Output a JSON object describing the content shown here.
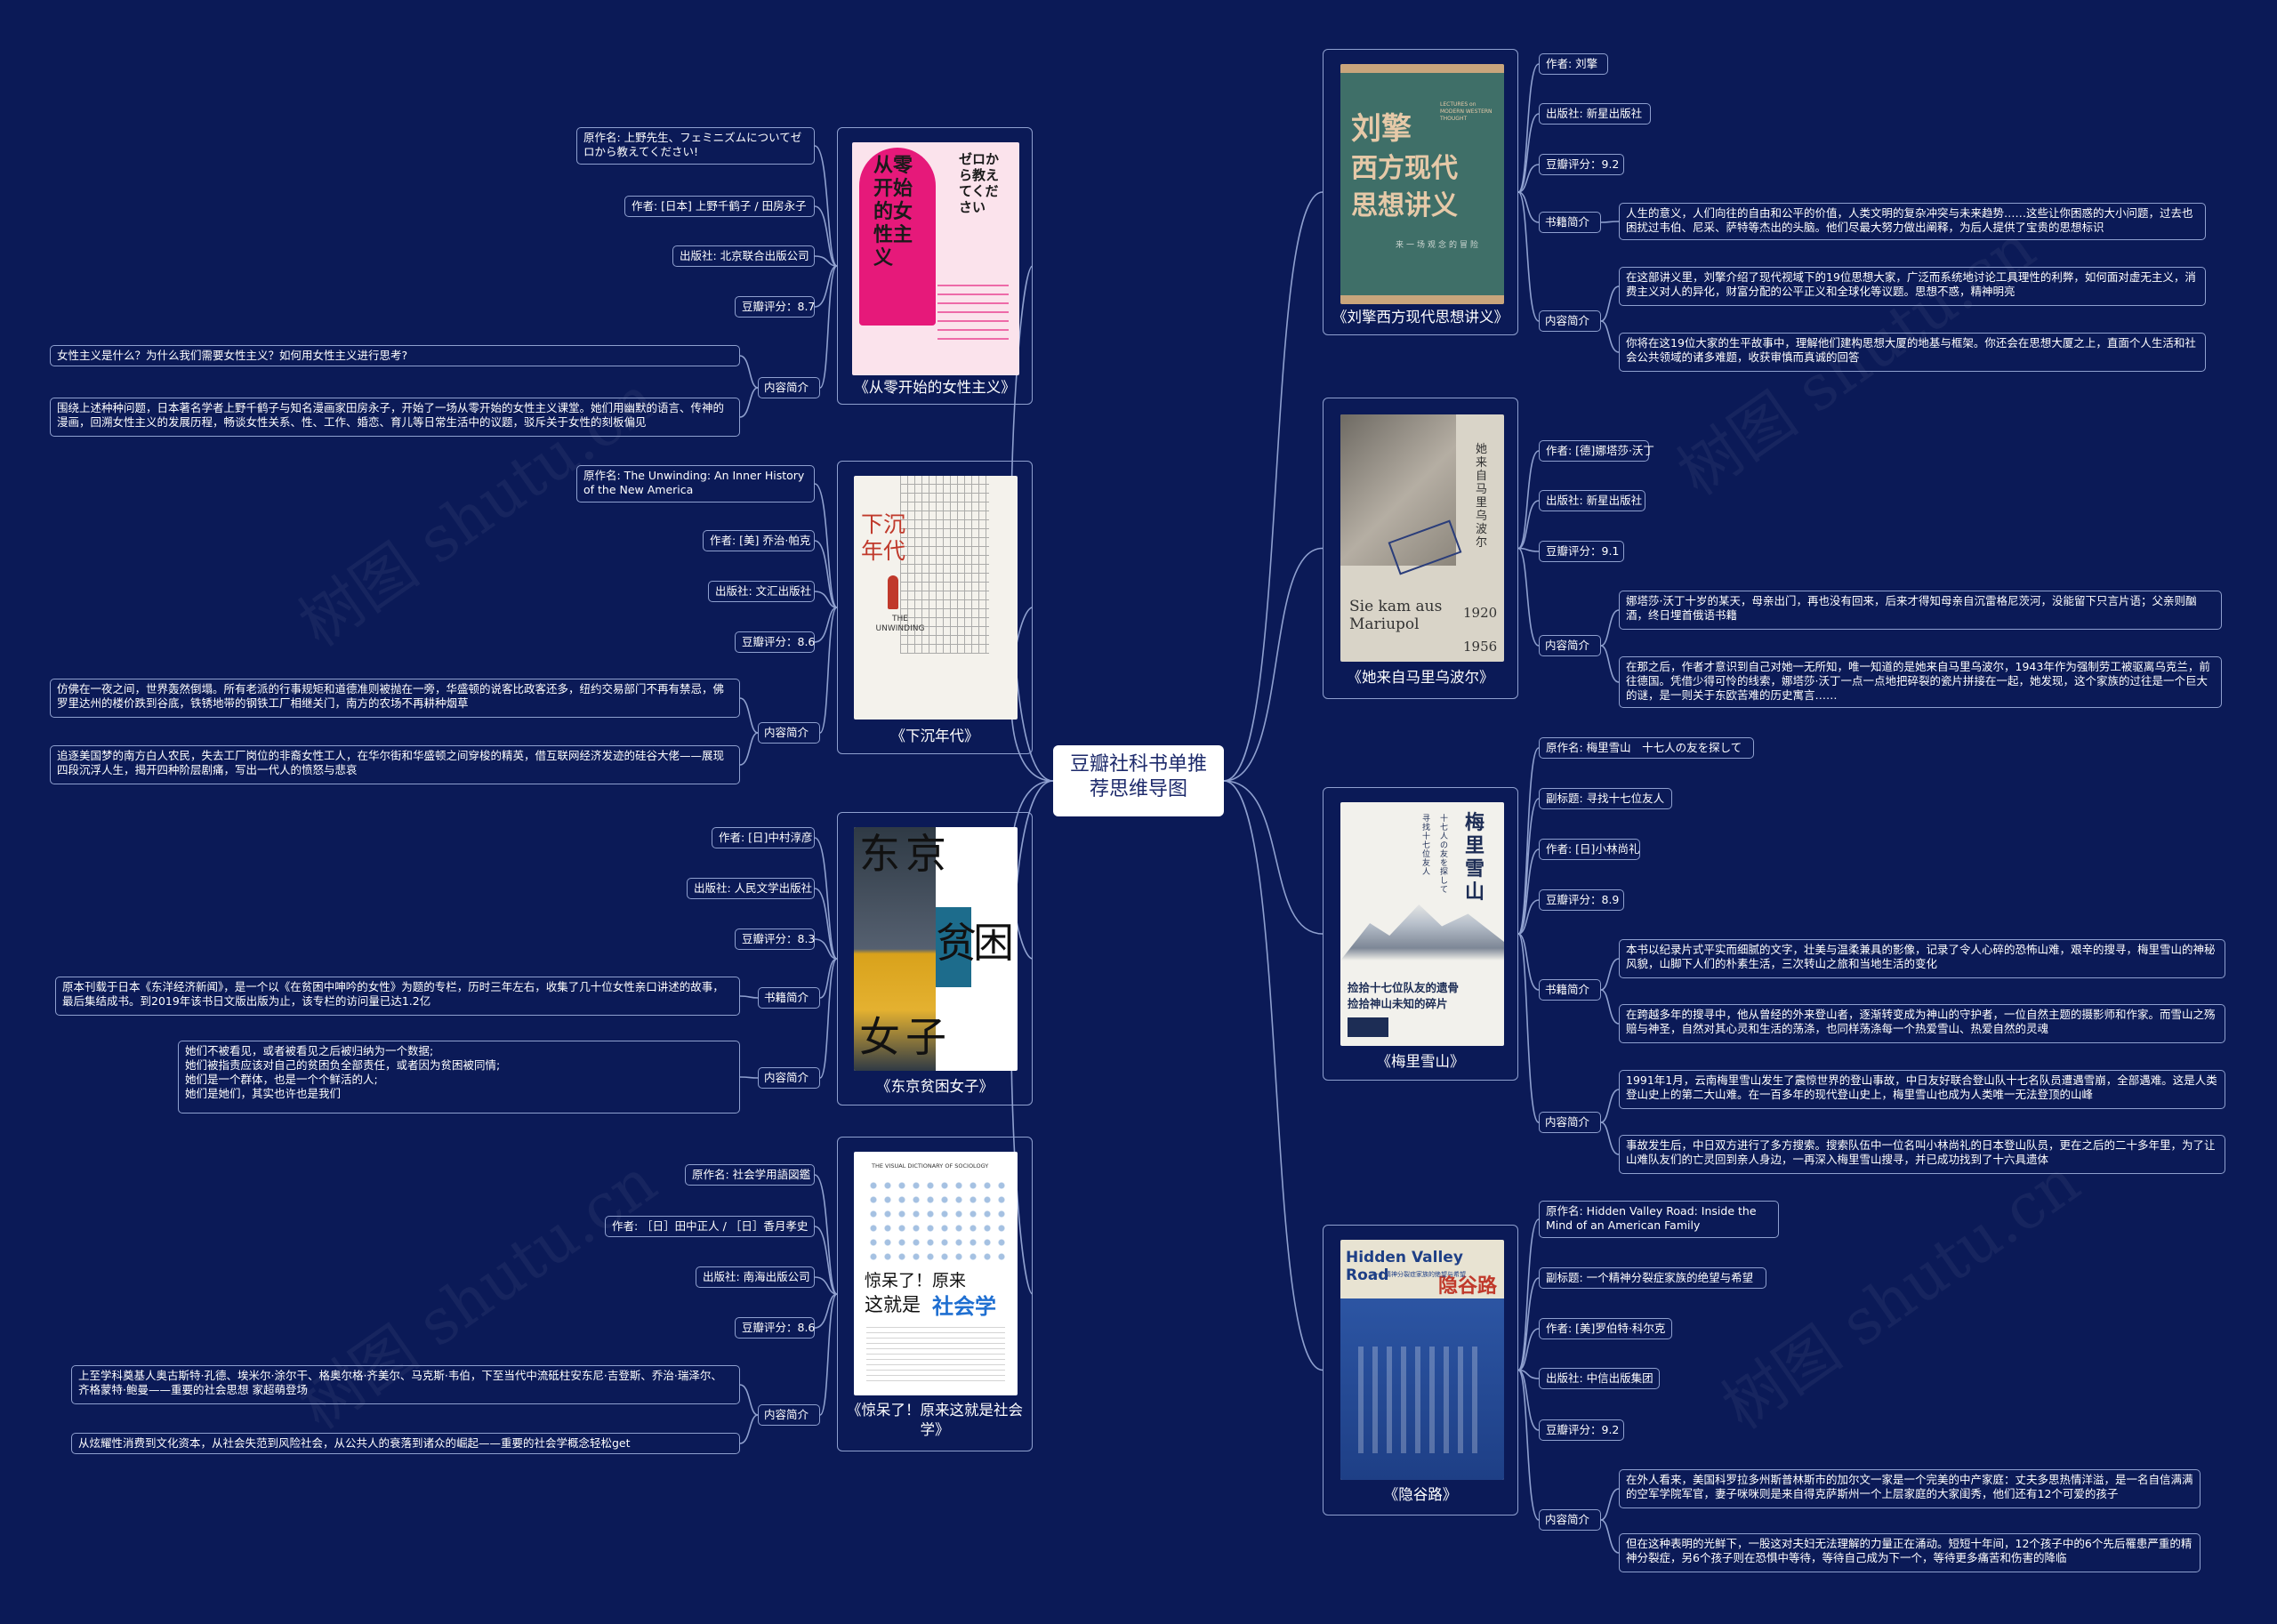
{
  "root": {
    "title": "豆瓣社科书单推荐思维导图"
  },
  "watermark": "树图 shutu.cn",
  "colors": {
    "background": "#0b1a57",
    "line": "#8fa0cf",
    "root_bg": "#ffffff"
  },
  "books_right": [
    {
      "title": "《刘擎西方现代思想讲义》",
      "cover": {
        "t1": "刘擎",
        "t2": "西方现代",
        "t3": "思想讲义",
        "en": "LECTURES on MODERN WESTERN THOUGHT",
        "sub": "来一场观念的冒险"
      },
      "details": [
        {
          "text": "作者: 刘擎"
        },
        {
          "text": "出版社: 新星出版社"
        },
        {
          "text": "豆瓣评分：9.2"
        },
        {
          "label": "书籍简介",
          "texts": [
            "人生的意义，人们向往的自由和公平的价值，人类文明的复杂冲突与未来趋势……这些让你困惑的大小问题，过去也困扰过韦伯、尼采、萨特等杰出的头脑。他们尽最大努力做出阐释，为后人提供了宝贵的思想标识"
          ]
        },
        {
          "label": "内容简介",
          "texts": [
            "在这部讲义里，刘擎介绍了现代视域下的19位思想大家，广泛而系统地讨论工具理性的利弊，如何面对虚无主义，消费主义对人的异化，财富分配的公平正义和全球化等议题。思想不惑，精神明亮",
            "你将在这19位大家的生平故事中，理解他们建构思想大厦的地基与框架。你还会在思想大厦之上，直面个人生活和社会公共领域的诸多难题，收获审慎而真诚的回答"
          ]
        }
      ]
    },
    {
      "title": "《她来自马里乌波尔》",
      "cover": {
        "t1": "她来自马里乌波尔",
        "t2": "Sie kam aus Mariupol",
        "y1": "1920",
        "y2": "1956"
      },
      "details": [
        {
          "text": "作者: [德]娜塔莎·沃丁"
        },
        {
          "text": "出版社: 新星出版社"
        },
        {
          "text": "豆瓣评分：9.1"
        },
        {
          "label": "内容简介",
          "texts": [
            "娜塔莎·沃丁十岁的某天，母亲出门，再也没有回来，后来才得知母亲自沉雷格尼茨河，没能留下只言片语；父亲则酗酒，终日埋首俄语书籍",
            "在那之后，作者才意识到自己对她一无所知，唯一知道的是她来自马里乌波尔，1943年作为强制劳工被驱离乌克兰，前往德国。凭借少得可怜的线索，娜塔莎·沃丁一点一点地把碎裂的瓷片拼接在一起，她发现，这个家族的过往是一个巨大的谜，是一则关于东欧苦难的历史寓言……"
          ]
        }
      ]
    },
    {
      "title": "《梅里雪山》",
      "cover": {
        "t1": "梅里雪山",
        "t2": "十七人の友を探して",
        "t3": "寻找十七位友人",
        "t4": "捡拾十七位队友的遗骨",
        "t5": "捡拾神山未知的碎片"
      },
      "details": [
        {
          "text": "原作名: 梅里雪山　十七人の友を探して"
        },
        {
          "text": "副标题: 寻找十七位友人"
        },
        {
          "text": "作者: [日]小林尚礼"
        },
        {
          "text": "豆瓣评分：8.9"
        },
        {
          "label": "书籍简介",
          "texts": [
            "本书以纪录片式平实而细腻的文字，壮美与温柔兼具的影像，记录了令人心碎的恐怖山难，艰辛的搜寻，梅里雪山的神秘风貌，山脚下人们的朴素生活，三次转山之旅和当地生活的变化",
            "在跨越多年的搜寻中，他从曾经的外来登山者，逐渐转变成为神山的守护者，一位自然主题的摄影师和作家。而雪山之殇赔与神圣，自然对其心灵和生活的荡涤，也同样荡涤每一个热爱雪山、热爱自然的灵魂"
          ]
        },
        {
          "label": "内容简介",
          "texts": [
            "1991年1月，云南梅里雪山发生了震惊世界的登山事故，中日友好联合登山队十七名队员遭遇雪崩，全部遇难。这是人类登山史上的第二大山难。在一百多年的现代登山史上，梅里雪山也成为人类唯一无法登顶的山峰",
            "事故发生后，中日双方进行了多方搜索。搜索队伍中一位名叫小林尚礼的日本登山队员，更在之后的二十多年里，为了让山难队友们的亡灵回到亲人身边，一再深入梅里雪山搜寻，并已成功找到了十六具遗体"
          ]
        }
      ]
    },
    {
      "title": "《隐谷路》",
      "cover": {
        "t1": "Hidden Valley Road",
        "t2": "隐谷路",
        "t3": "一个精神分裂症家族的绝望与希望"
      },
      "details": [
        {
          "text": "原作名: Hidden Valley Road: Inside the Mind of an American Family"
        },
        {
          "text": "副标题: 一个精神分裂症家族的绝望与希望"
        },
        {
          "text": "作者: [美]罗伯特·科尔克"
        },
        {
          "text": "出版社: 中信出版集团"
        },
        {
          "text": "豆瓣评分：9.2"
        },
        {
          "label": "内容简介",
          "texts": [
            "在外人看来，美国科罗拉多州斯普林斯市的加尔文一家是一个完美的中产家庭：丈夫多思热情洋溢，是一名自信满满的空军学院军官，妻子咪咪则是来自得克萨斯州一个上层家庭的大家闺秀，他们还有12个可爱的孩子",
            "但在这种表明的光鲜下，一股这对夫妇无法理解的力量正在涌动。短短十年间，12个孩子中的6个先后罹患严重的精神分裂症，另6个孩子则在恐惧中等待，等待自己成为下一个，等待更多痛苦和伤害的降临"
          ]
        }
      ]
    }
  ],
  "books_left": [
    {
      "title": "《从零开始的女性主义》",
      "cover": {
        "t1": "从零开始的女性主义",
        "t2": "ゼロから教えてください"
      },
      "details": [
        {
          "text": "原作名: 上野先生、フェミニズムについてゼロから教えてください!"
        },
        {
          "text": "作者: [日本] 上野千鹤子 / 田房永子"
        },
        {
          "text": "出版社: 北京联合出版公司"
        },
        {
          "text": "豆瓣评分：8.7"
        },
        {
          "label": "内容简介",
          "texts": [
            "女性主义是什么？为什么我们需要女性主义？如何用女性主义进行思考?",
            "围绕上述种种问题，日本著名学者上野千鹤子与知名漫画家田房永子，开始了一场从零开始的女性主义课堂。她们用幽默的语言、传神的漫画，回溯女性主义的发展历程，畅谈女性关系、性、工作、婚恋、育儿等日常生活中的议题，驳斥关于女性的刻板偏见"
          ]
        }
      ]
    },
    {
      "title": "《下沉年代》",
      "cover": {
        "t1": "下沉年代",
        "t2": "THE UNWINDING"
      },
      "details": [
        {
          "text": "原作名: The Unwinding: An Inner History of the New America"
        },
        {
          "text": "作者: [美] 乔治·帕克"
        },
        {
          "text": "出版社: 文汇出版社"
        },
        {
          "text": "豆瓣评分：8.6"
        },
        {
          "label": "内容简介",
          "texts": [
            "仿佛在一夜之间，世界轰然倒塌。所有老派的行事规矩和道德准则被抛在一旁，华盛顿的说客比政客还多，纽约交易部门不再有禁忌，佛罗里达州的楼价跌到谷底，铁锈地带的钢铁工厂相继关门，南方的农场不再耕种烟草",
            "追逐美国梦的南方白人农民，失去工厂岗位的非裔女性工人，在华尔街和华盛顿之间穿梭的精英，借互联网经济发迹的硅谷大佬——展现四段沉浮人生，揭开四种阶层剧痛，写出一代人的愤怒与悲哀"
          ]
        }
      ]
    },
    {
      "title": "《东京贫困女子》",
      "cover": {
        "t1": "东京",
        "t2": "贫困",
        "t3": "女子"
      },
      "details": [
        {
          "text": "作者: [日]中村淳彦"
        },
        {
          "text": "出版社: 人民文学出版社"
        },
        {
          "text": "豆瓣评分：8.3"
        },
        {
          "label": "书籍简介",
          "texts": [
            "原本刊载于日本《东洋经济新闻》，是一个以《在贫困中呻吟的女性》为题的专栏，历时三年左右，收集了几十位女性亲口讲述的故事，最后集结成书。到2019年该书日文版出版为止，该专栏的访问量已达1.2亿"
          ]
        },
        {
          "label": "内容简介",
          "texts": [
            "她们不被看见，或者被看见之后被归纳为一个数据;\n她们被指责应该对自己的贫困负全部责任，或者因为贫困被同情;\n她们是一个群体，也是一个个鲜活的人;\n她们是她们，其实也许也是我们"
          ]
        }
      ]
    },
    {
      "title": "《惊呆了！原来这就是社会学》",
      "cover": {
        "t1": "惊呆了！原来",
        "t2": "这就是",
        "t3": "社会学",
        "t4": "THE VISUAL DICTIONARY OF SOCIOLOGY"
      },
      "details": [
        {
          "text": "原作名: 社会学用語図鑑"
        },
        {
          "text": "作者: ［日］田中正人 / ［日］香月孝史"
        },
        {
          "text": "出版社: 南海出版公司"
        },
        {
          "text": "豆瓣评分：8.6"
        },
        {
          "label": "内容简介",
          "texts": [
            "上至学科奠基人奥古斯特·孔德、埃米尔·涂尔干、格奥尔格·齐美尔、马克斯·韦伯，下至当代中流砥柱安东尼·吉登斯、乔治·瑞泽尔、齐格蒙特·鲍曼——重要的社会思想 家超萌登场",
            "从炫耀性消费到文化资本，从社会失范到风险社会，从公共人的衰落到诸众的崛起——重要的社会学概念轻松get"
          ]
        }
      ]
    }
  ]
}
